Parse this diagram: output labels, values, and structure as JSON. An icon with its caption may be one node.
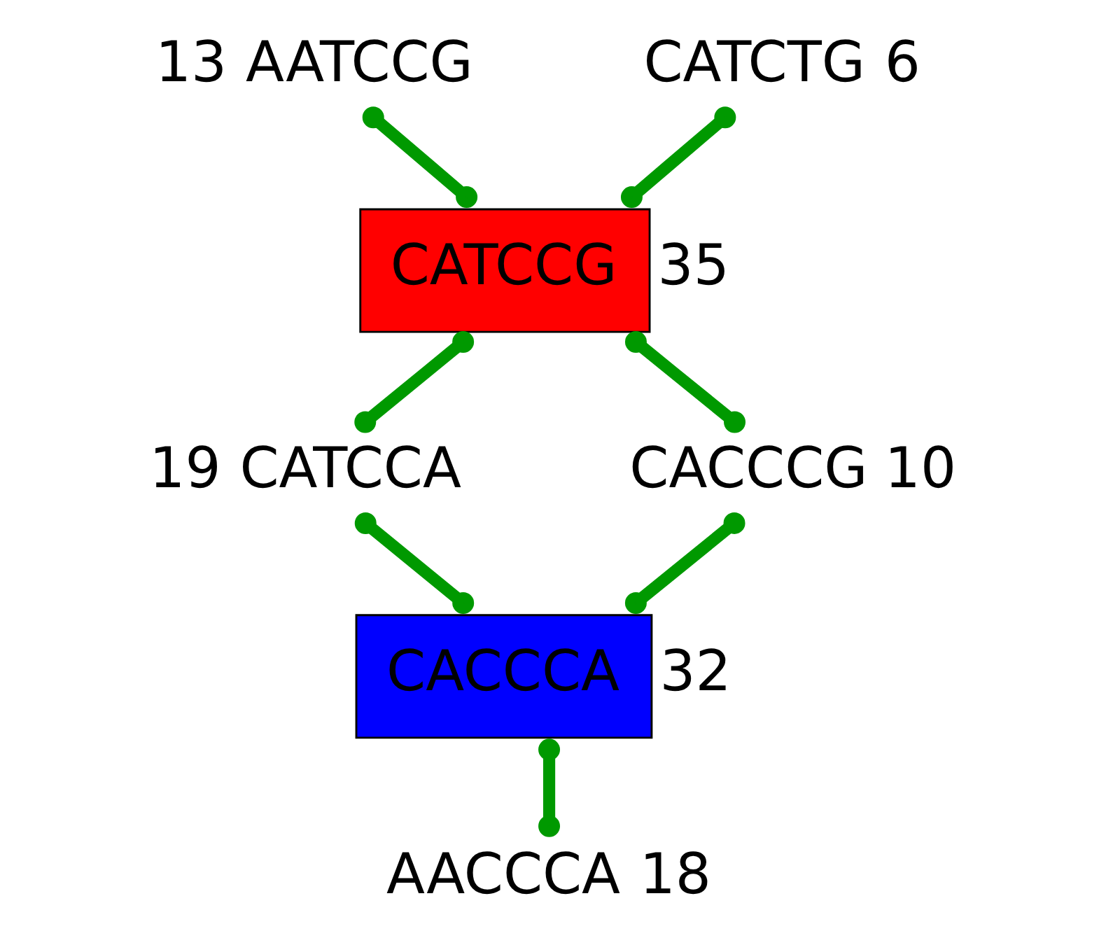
{
  "diagram": {
    "nodes": [
      {
        "text": [
          "AATCCG"
        ],
        "beside": [
          "13"
        ]
      },
      {
        "text": [
          "CATCTG"
        ],
        "beside": [
          "6"
        ]
      },
      {
        "text": [
          "CATCCG"
        ],
        "beside": [
          "35"
        ]
      },
      {
        "text": [
          "CATCCA"
        ],
        "beside": [
          "19"
        ]
      },
      {
        "text": [
          "CACCCG"
        ],
        "beside": [
          "10"
        ]
      },
      {
        "text": [
          "CACCCA"
        ],
        "beside": [
          "32"
        ]
      },
      {
        "text": [
          "AACCCA"
        ],
        "beside": [
          "18"
        ]
      }
    ],
    "edges": [
      {
        "from": 0,
        "to": 2,
        "arrow": "other",
        "color": "#009900"
      },
      {
        "from": 1,
        "to": 2,
        "arrow": "other",
        "color": "#009900"
      },
      {
        "from": 2,
        "to": 3,
        "arrow": "other",
        "color": "#009900"
      },
      {
        "from": 2,
        "to": 4,
        "arrow": "other",
        "color": "#009900"
      },
      {
        "from": 3,
        "to": 5,
        "arrow": "other",
        "color": "#009900"
      },
      {
        "from": 4,
        "to": 5,
        "arrow": "other",
        "color": "#009900"
      },
      {
        "from": 5,
        "to": 6,
        "arrow": "other",
        "color": "#009900"
      }
    ]
  }
}
